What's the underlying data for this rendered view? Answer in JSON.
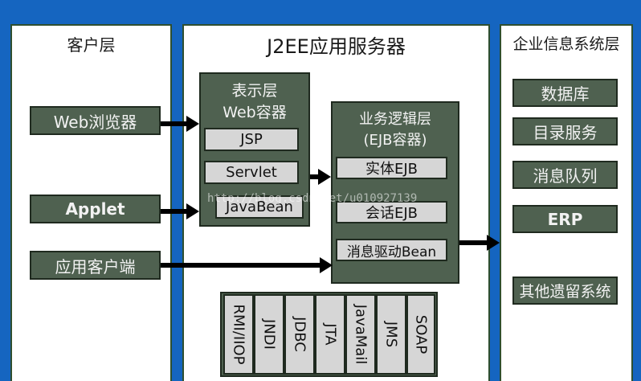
{
  "client": {
    "title": "客户层",
    "items": [
      "Web浏览器",
      "Applet",
      "应用客户端"
    ]
  },
  "server": {
    "title": "J2EE应用服务器",
    "presentation": {
      "title_line1": "表示层",
      "title_line2": "Web容器",
      "items": [
        "JSP",
        "Servlet",
        "JavaBean"
      ]
    },
    "business": {
      "title_line1": "业务逻辑层",
      "title_line2": "(EJB容器)",
      "items": [
        "实体EJB",
        "会话EJB",
        "消息驱动Bean"
      ]
    },
    "services": [
      "RMI/IIOP",
      "JNDI",
      "JDBC",
      "JTA",
      "JavaMail",
      "JMS",
      "SOAP"
    ]
  },
  "eis": {
    "title": "企业信息系统层",
    "items": [
      "数据库",
      "目录服务",
      "消息队列",
      "ERP",
      "其他遗留系统"
    ]
  },
  "watermark": "http://blog.csdn.net/u010927139"
}
